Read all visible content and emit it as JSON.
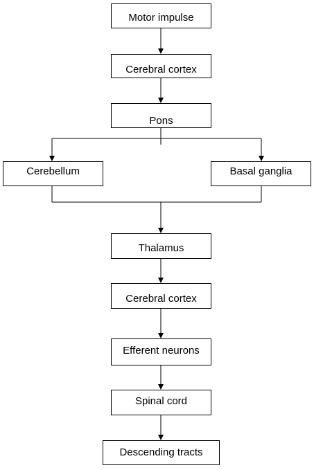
{
  "diagram": {
    "nodes": {
      "motor_impulse": "Motor impulse",
      "cerebral_cortex_1": "Cerebral cortex",
      "pons": "Pons",
      "cerebellum": "Cerebellum",
      "basal_ganglia": "Basal ganglia",
      "thalamus": "Thalamus",
      "cerebral_cortex_2": "Cerebral cortex",
      "efferent_neurons": "Efferent neurons",
      "spinal_cord": "Spinal cord",
      "descending_tracts": "Descending tracts"
    },
    "edges": [
      [
        "motor_impulse",
        "cerebral_cortex_1"
      ],
      [
        "cerebral_cortex_1",
        "pons"
      ],
      [
        "pons",
        "cerebellum"
      ],
      [
        "pons",
        "basal_ganglia"
      ],
      [
        "cerebellum",
        "thalamus"
      ],
      [
        "basal_ganglia",
        "thalamus"
      ],
      [
        "thalamus",
        "cerebral_cortex_2"
      ],
      [
        "cerebral_cortex_2",
        "efferent_neurons"
      ],
      [
        "efferent_neurons",
        "spinal_cord"
      ],
      [
        "spinal_cord",
        "descending_tracts"
      ]
    ],
    "colors": {
      "line": "#000000",
      "box_border": "#000000",
      "background": "#ffffff"
    }
  }
}
